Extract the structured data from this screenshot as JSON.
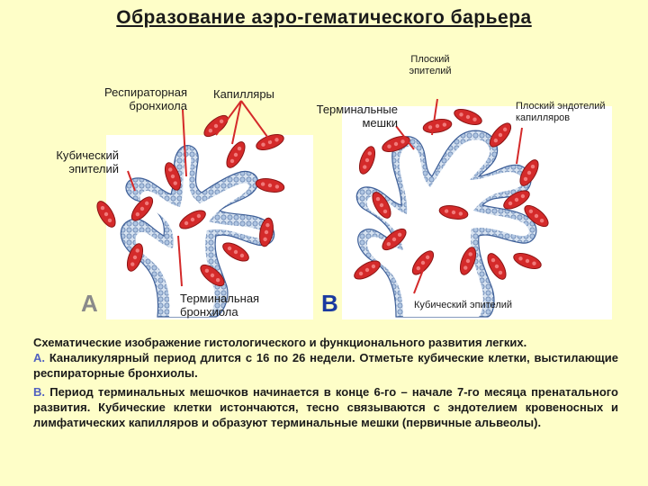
{
  "title": "Образование аэро-гематического барьера",
  "labels": {
    "resp_bronchiole_1": "Респираторная",
    "resp_bronchiole_2": "бронхиола",
    "capillaries": "Капилляры",
    "terminal_sacs_1": "Терминальные",
    "terminal_sacs_2": "мешки",
    "flat_epithelium_1": "Плоский",
    "flat_epithelium_2": "эпителий",
    "flat_endothelium_1": "Плоский эндотелий",
    "flat_endothelium_2": "капилляров",
    "cuboidal_epithelium_1": "Кубический",
    "cuboidal_epithelium_2": "эпителий",
    "terminal_bronchiole_1": "Терминальная",
    "terminal_bronchiole_2": "бронхиола",
    "cuboidal_epithelium_b": "Кубический эпителий",
    "panel_a": "A",
    "panel_b": "B"
  },
  "caption": {
    "intro": "Схематические изображение гистологического и функционального развития легких.",
    "a_key": "А.",
    "a_text": " Каналикулярный период длится с 16 по 26 недели. Отметьте кубические клетки, выстилающие респираторные бронхиолы.",
    "b_key": "В.",
    "b_text": " Период терминальных мешочков начинается в конце 6-го – начале 7-го месяца пренатального развития. Кубические клетки истончаются, тесно связываются с эндотелием кровеносных и лимфатических капилляров и образуют терминальные мешки (первичные альвеолы)."
  },
  "colors": {
    "background": "#fefec8",
    "epithelium": "#b8cde6",
    "capillary": "#d42a2a",
    "pointer": "#d42a2a"
  }
}
